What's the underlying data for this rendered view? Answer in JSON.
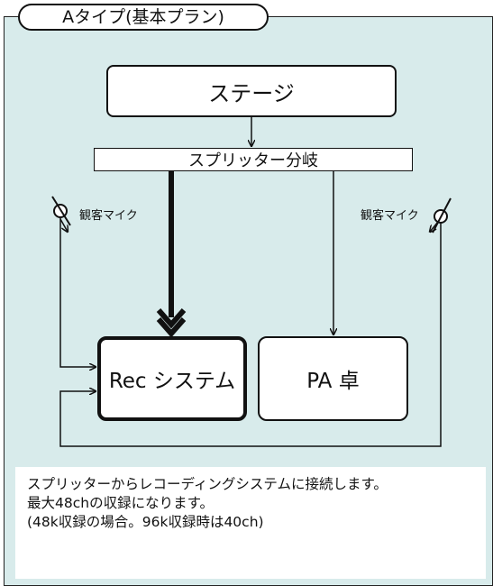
{
  "title": "Aタイプ(基本プラン)",
  "nodes": {
    "stage": "ステージ",
    "splitter": "スプリッター分岐",
    "rec": "Rec システム",
    "pa": "PA 卓"
  },
  "mics": {
    "left": "観客マイク",
    "right": "観客マイク"
  },
  "description": {
    "line1": "スプリッターからレコーディングシステムに接続します。",
    "line2": "最大48chの収録になります。",
    "line3": "(48k収録の場合。96k収録時は40ch)"
  },
  "colors": {
    "panel_background": "#d8ebeb",
    "line": "#111111"
  }
}
